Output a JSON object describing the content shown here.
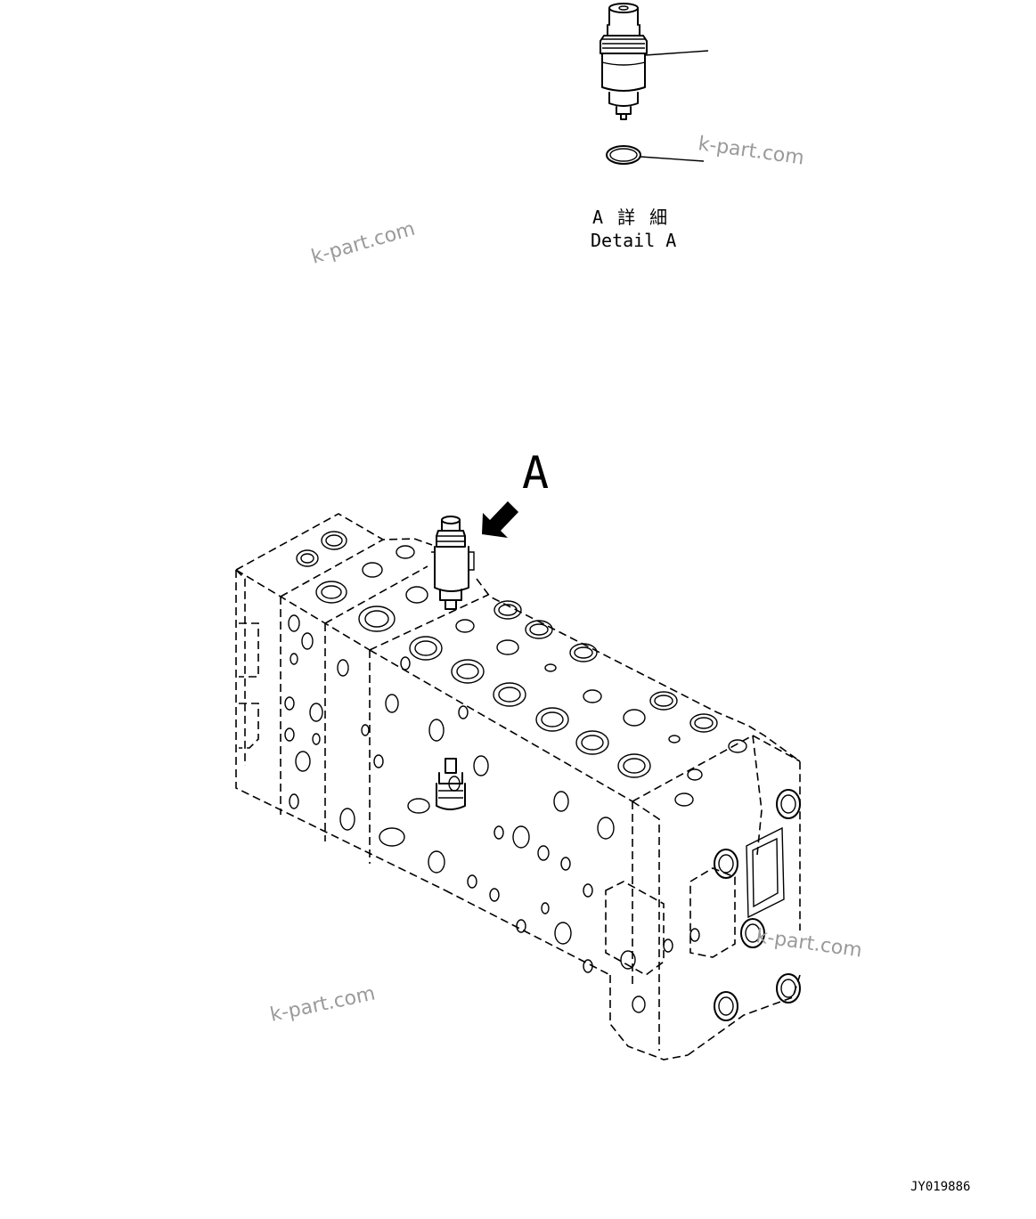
{
  "detail": {
    "title_jp": "A 詳 細",
    "title_en": "Detail A"
  },
  "callout_letter": "A",
  "drawing_id": "JY019886",
  "watermarks": [
    "k-part.com",
    "k-part.com",
    "k-part.com",
    "k-part.com"
  ]
}
